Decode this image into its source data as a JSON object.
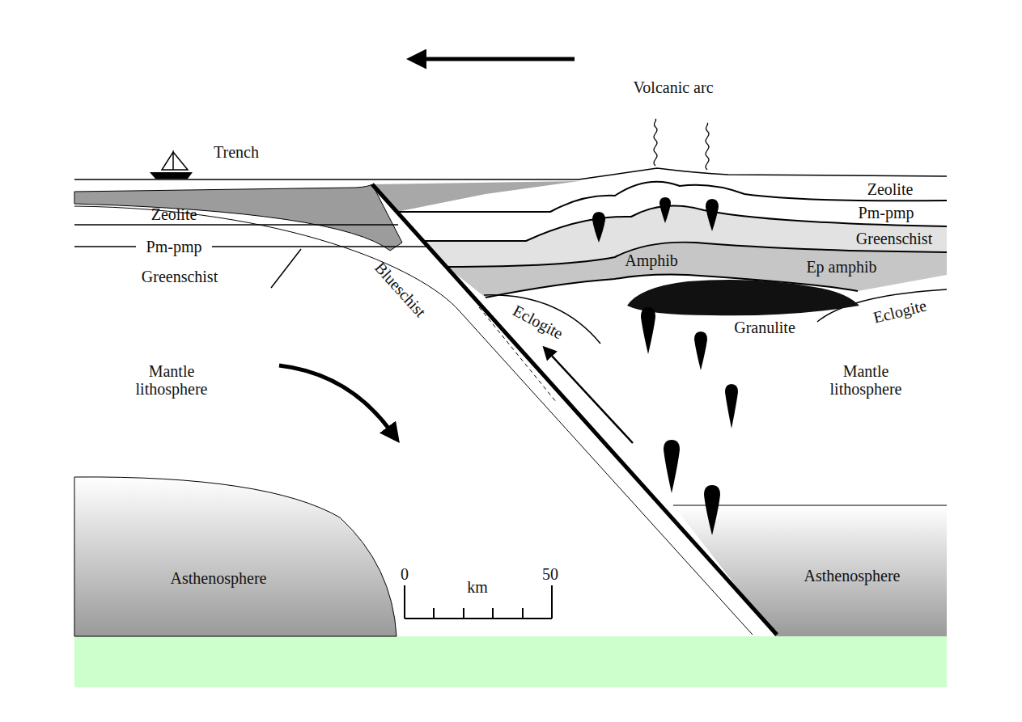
{
  "diagram": {
    "labels": [
      "Volcanic arc",
      "Trench",
      "Zeolite",
      "Zeolite",
      "Pm-pmp",
      "Pm-pmp",
      "Greenschist",
      "Greenschist",
      "Amphib",
      "Ep amphib",
      "Blueschist",
      "Eclogite",
      "Granulite",
      "Eclogite",
      "Mantle lithosphere",
      "Mantle lithosphere",
      "0",
      "km",
      "50",
      "Asthenosphere",
      "Asthenosphere"
    ]
  }
}
